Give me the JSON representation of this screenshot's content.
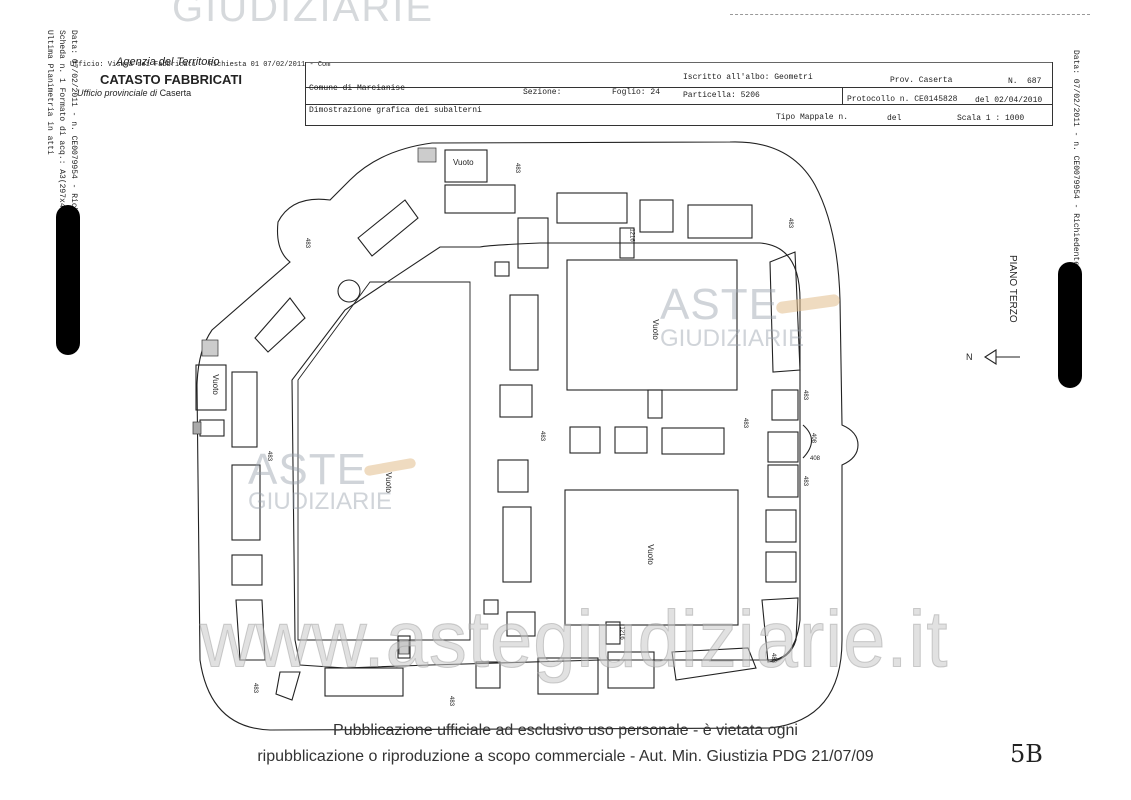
{
  "watermark_top": "GIUDIZIARIE",
  "header": {
    "agency": "Agenzia del Territorio",
    "catasto": "CATASTO FABBRICATI",
    "ufficio": "Ufficio provinciale di",
    "ufficio_city": "Caserta",
    "data_line": "Data: 07/02/2011 - n. CE0079954 - Richiedente",
    "scheda_line": "Scheda n. 1  Formato di acq.: A3(297x420)  Fatt. di scala: 1:1",
    "ultima_line": "Ultima Planimetria in atti",
    "left_top_stamp": "Ufficio: Visura dei Fabbricati - Richiesta 01 07/02/2011 - Com",
    "comune": "Comune di Marcianise",
    "sezione": "Sezione:",
    "foglio": "Foglio: 24",
    "particella": "Particella: 5206",
    "iscritto": "Iscritto all'albo: Geometri",
    "prov": "Prov. Caserta",
    "n_label": "N.",
    "n_value": "687",
    "protocollo": "Protocollo n.  CE0145828",
    "del_date": "del 02/04/2010",
    "dimostrazione": "Dimostrazione grafica dei subalterni",
    "tipo_mappale": "Tipo Mappale n.",
    "del_label": "del",
    "scala": "Scala 1 : 1000"
  },
  "right_margin": "Data: 07/02/2011 - n. CE0079954 - Richiedente",
  "plan": {
    "piano": "PIANO TERZO",
    "north": "N",
    "labels": {
      "vuoto_top": "Vuoto",
      "vuoto_left": "Vuoto",
      "vuoto_center_top": "Vuoto",
      "vuoto_center_left": "Vuoto",
      "vuoto_center_bottom": "Vuoto",
      "n483_a": "483",
      "n483_b": "483",
      "n483_c": "483",
      "n483_d": "483",
      "n483_e": "483",
      "n483_f": "483",
      "n483_g": "483",
      "n483_h": "483",
      "n483_i": "483",
      "n483_j": "483",
      "n483_k": "483",
      "n1216_a": "1216",
      "n1216_b": "1216",
      "n408_a": "408",
      "n408_b": "408"
    }
  },
  "watermarks": {
    "aste": "ASTE",
    "giudiziarie": "GIUDIZIARIE",
    "site": "www.astegiudiziarie.it"
  },
  "footer": {
    "line1": "Pubblicazione ufficiale ad esclusivo uso personale - è vietata ogni",
    "line2": "ripubblicazione o riproduzione a scopo commerciale - Aut. Min. Giustizia PDG 21/07/09"
  },
  "page_mark": "5B"
}
